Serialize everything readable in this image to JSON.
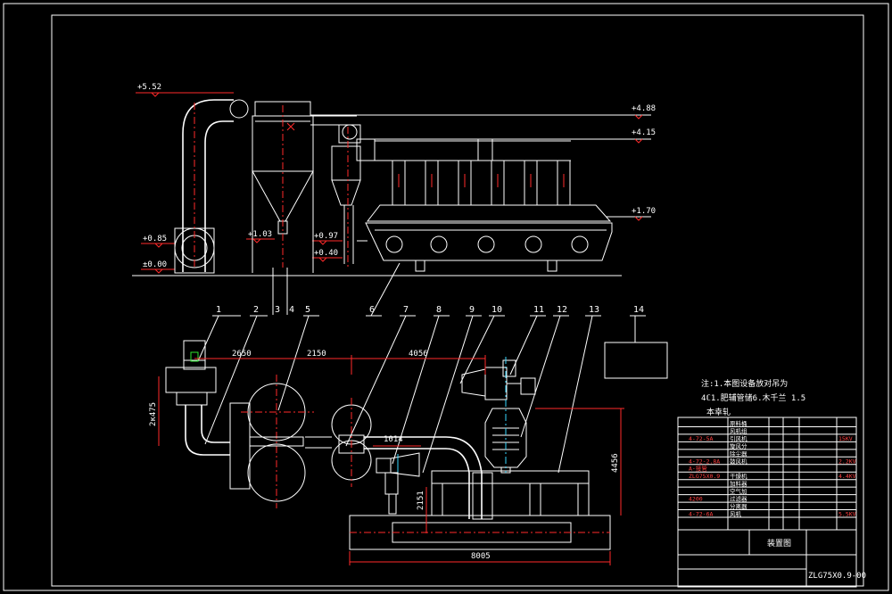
{
  "elevations": {
    "e552": "+5.52",
    "e488": "+4.88",
    "e415": "+4.15",
    "e170": "+1.70",
    "e085": "+0.85",
    "e000": "±0.00",
    "e103": "+1.03",
    "e097": "+0.97",
    "e040": "+0.40"
  },
  "callouts": [
    "1",
    "2",
    "3",
    "4",
    "5",
    "6",
    "7",
    "8",
    "9",
    "10",
    "11",
    "12",
    "13",
    "14"
  ],
  "dimensions": {
    "d2650": "2650",
    "d2150": "2150",
    "d4056": "4056",
    "d2k475": "2κ475",
    "d1014": "1014",
    "d2151": "2151",
    "d4456": "4456",
    "d8005": "8005"
  },
  "notes": {
    "line1": "注:1.本图设备放对吊为",
    "line2": "4ℂ1.肥辅管储6.木千兰 1.5",
    "line3": "本幸轧"
  },
  "parts_table": {
    "rows": [
      {
        "code": "",
        "name": "原料桶",
        "right": ""
      },
      {
        "code": "",
        "name": "风机组",
        "right": ""
      },
      {
        "code": "4-72-5A",
        "name": "引风机",
        "right": "15KV"
      },
      {
        "code": "",
        "name": "旋风分",
        "right": ""
      },
      {
        "code": "",
        "name": "除尘器",
        "right": ""
      },
      {
        "code": "4-72-2.8A",
        "name": "鼓风机",
        "right": "2.2KV"
      },
      {
        "code": "A-接管",
        "name": "",
        "right": ""
      },
      {
        "code": "ZLG75X0.9",
        "name": "干燥机",
        "right": "4.4KV"
      },
      {
        "code": "",
        "name": "加料器",
        "right": ""
      },
      {
        "code": "",
        "name": "空气加",
        "right": ""
      },
      {
        "code": "4200",
        "name": "过滤器",
        "right": ""
      },
      {
        "code": "",
        "name": "分离器",
        "right": ""
      },
      {
        "code": "4-72-6A",
        "name": "风机",
        "right": "5.5KV"
      }
    ],
    "title_block": "装置图",
    "drawing_no": "ZLG75X0.9-00"
  }
}
